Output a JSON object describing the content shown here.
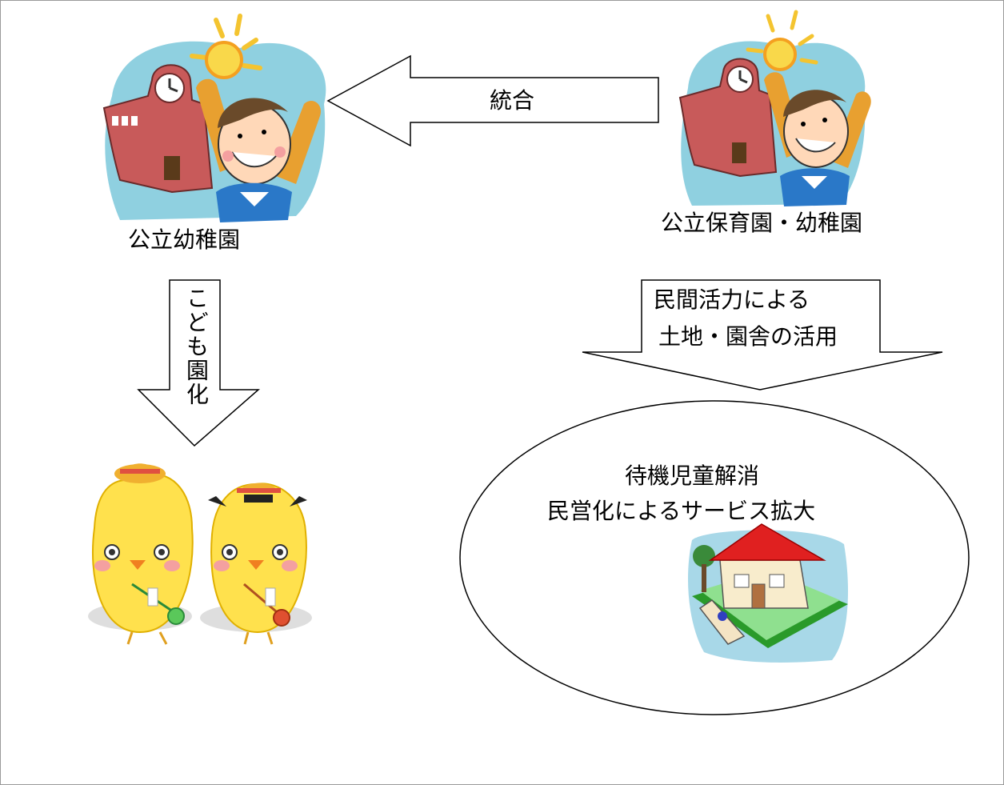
{
  "labels": {
    "public_kindergarten": "公立幼稚園",
    "public_nursery_and_kindergarten": "公立保育園・幼稚園"
  },
  "arrows": {
    "merge": "統合",
    "kodomoen": "こども園化",
    "private_vitality_line1": "民間活力による",
    "private_vitality_line2": "土地・園舎の活用"
  },
  "result": {
    "line1": "待機児童解消",
    "line2": "民営化によるサービス拡大"
  },
  "icons": [
    "school-boy-clipart-left",
    "school-boy-clipart-right",
    "chick-mascots",
    "house-clipart"
  ],
  "colors": {
    "outline": "#000000",
    "sky": "#8fd0e0",
    "brick": "#c85a5a",
    "sun": "#f4c430",
    "chick_yellow": "#ffe14d",
    "roof_red": "#e02020"
  }
}
